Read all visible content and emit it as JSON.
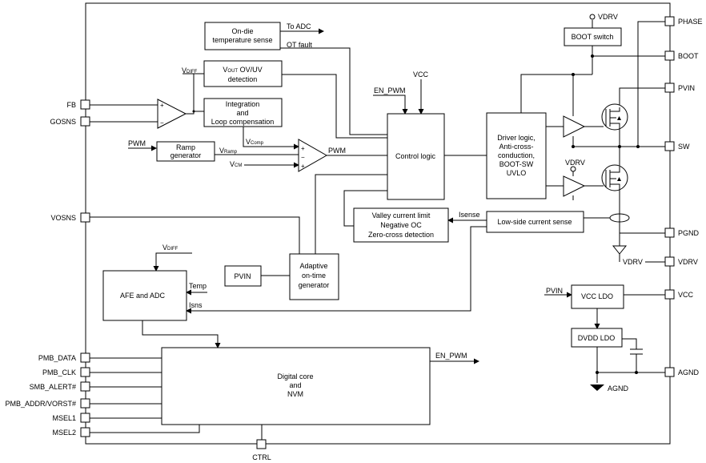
{
  "pins_left": {
    "fb": "FB",
    "gosns": "GOSNS",
    "vosns": "VOSNS",
    "pmb_data": "PMB_DATA",
    "pmb_clk": "PMB_CLK",
    "smb_alert": "SMB_ALERT#",
    "pmb_addr": "PMB_ADDR/VORST#",
    "msel1": "MSEL1",
    "msel2": "MSEL2"
  },
  "pins_right": {
    "phase": "PHASE",
    "boot": "BOOT",
    "pvin": "PVIN",
    "sw": "SW",
    "pgnd": "PGND",
    "vdrv": "VDRV",
    "vcc": "VCC",
    "agnd": "AGND"
  },
  "pins_bottom": {
    "ctrl": "CTRL"
  },
  "blocks": {
    "temp_sense": [
      "On-die",
      "temperature sense"
    ],
    "ovuv": [
      "V",
      "OUT",
      " OV/UV",
      "detection"
    ],
    "integration": [
      "Integration",
      "and",
      "Loop compensation"
    ],
    "ramp_gen": [
      "Ramp",
      "generator"
    ],
    "control_logic": "Control logic",
    "driver_logic": [
      "Driver logic,",
      "Anti-cross-",
      "conduction,",
      "BOOT-SW",
      "UVLO"
    ],
    "boot_switch": "BOOT switch",
    "valley": [
      "Valley current limit",
      "Negative OC",
      "Zero-cross detection"
    ],
    "low_side_sense": "Low-side current sense",
    "pvin_box": "PVIN",
    "adaptive": [
      "Adaptive",
      "on-time",
      "generator"
    ],
    "afe_adc": "AFE and ADC",
    "digital_core": [
      "Digital core",
      "and",
      "NVM"
    ],
    "vcc_ldo": "VCC LDO",
    "dvdd_ldo": "DVDD LDO"
  },
  "signals": {
    "to_adc": "To ADC",
    "ot_fault": "OT fault",
    "vdiff_main": "V",
    "vdiff_sub": "DIFF",
    "en_pwm_in": "EN_PWM",
    "vcc_in": "VCC",
    "vdrv_top": "VDRV",
    "vdrv_mid": "VDRV",
    "pwm_in": "PWM",
    "vramp_main": "V",
    "vramp_sub": "Ramp",
    "vcomp_main": "V",
    "vcomp_sub": "Comp",
    "vcm_main": "V",
    "vcm_sub": "CM",
    "pwm_out": "PWM",
    "isense": "Isense",
    "vdrv_gnd": "VDRV",
    "vdiff2_main": "V",
    "vdiff2_sub": "DIFF",
    "temp": "Temp",
    "isns": "Isns",
    "en_pwm_out": "EN_PWM",
    "pvin_ldo": "PVIN",
    "agnd_sym": "AGND"
  }
}
